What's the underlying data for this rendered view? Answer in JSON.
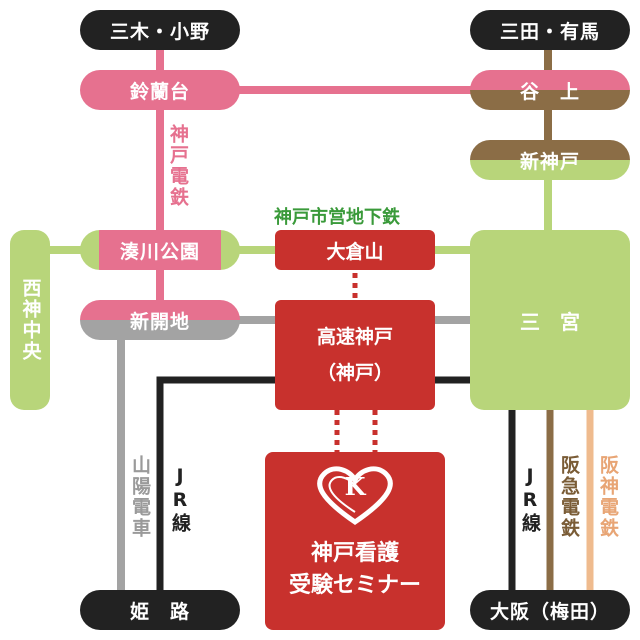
{
  "colors": {
    "pink": "#e6718f",
    "green": "#b8d57a",
    "gray": "#a3a3a3",
    "black": "#222222",
    "brown": "#8b6d46",
    "peach": "#efbb8e",
    "red": "#c8312d",
    "label_green": "#3a9a3a"
  },
  "terminals": {
    "miki_ono": "三木・小野",
    "sanda_arima": "三田・有馬",
    "himeji": "姫　路",
    "osaka": "大阪（梅田）"
  },
  "stations": {
    "suzurandai": "鈴蘭台",
    "tanigami": "谷　上",
    "shinkobe": "新神戸",
    "minatogawa_koen": "湊川公園",
    "okurayama": "大倉山",
    "shinkaichi": "新開地",
    "kosoku_kobe": "高速神戸",
    "kosoku_kobe_sub": "（神戸）",
    "sannomiya": "三　宮",
    "nishi_shin_chuo": "西神中央"
  },
  "lines": {
    "kobe_dentetsu": "神戸電鉄",
    "kobe_subway": "神戸市営地下鉄",
    "sanyo_densha": "山陽電車",
    "jr_left": "JR線",
    "jr_right": "JR線",
    "hankyu": "阪急電鉄",
    "hanshin": "阪神電鉄"
  },
  "destination": {
    "logo_letter": "K",
    "title_line1": "神戸看護",
    "title_line2": "受験セミナー"
  }
}
